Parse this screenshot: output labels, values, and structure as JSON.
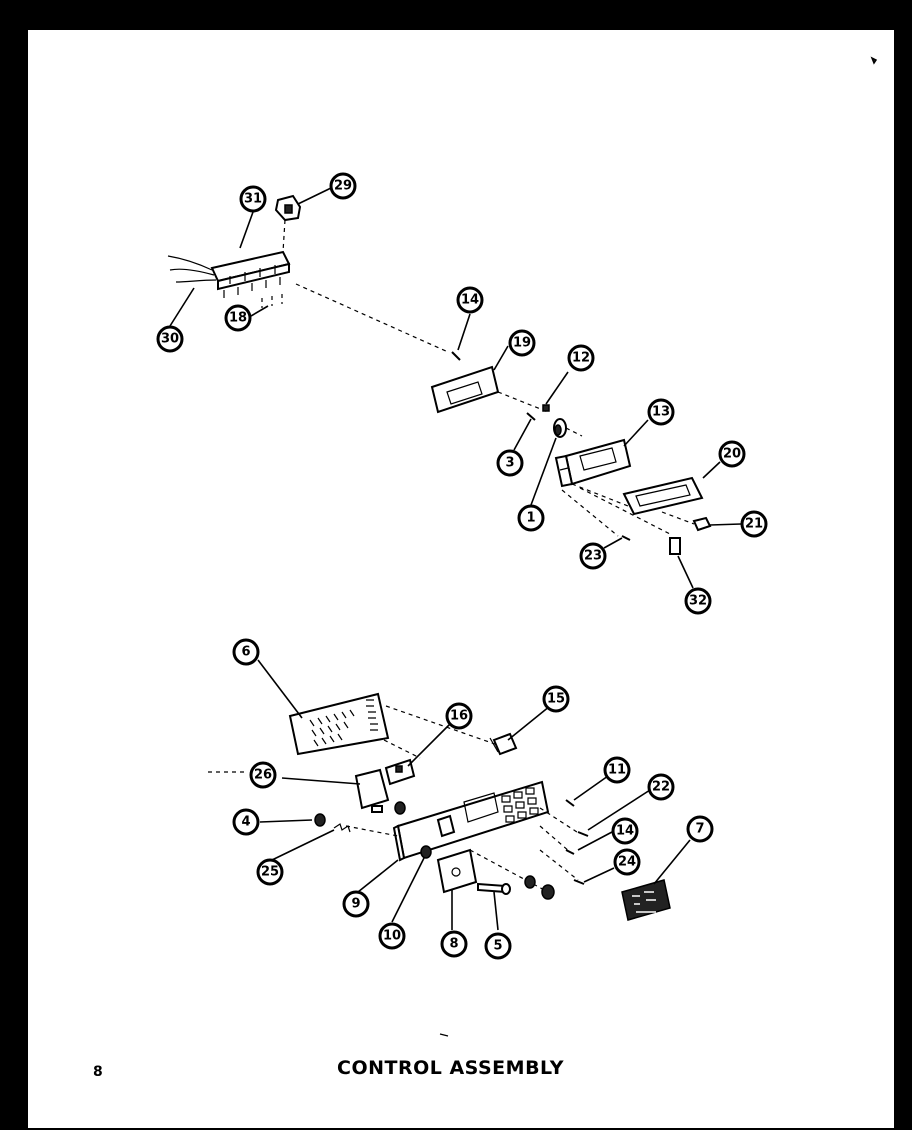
{
  "title": "CONTROL ASSEMBLY",
  "page_number": "8",
  "callouts": {
    "c31": "31",
    "c29": "29",
    "c30": "30",
    "c18": "18",
    "c14a": "14",
    "c19": "19",
    "c12": "12",
    "c3": "3",
    "c1": "1",
    "c13": "13",
    "c20": "20",
    "c21": "21",
    "c23": "23",
    "c32": "32",
    "c6": "6",
    "c16": "16",
    "c15": "15",
    "c26": "26",
    "c11": "11",
    "c22": "22",
    "c4": "4",
    "c14b": "14",
    "c7": "7",
    "c25": "25",
    "c24": "24",
    "c9": "9",
    "c10": "10",
    "c8": "8",
    "c5": "5"
  }
}
